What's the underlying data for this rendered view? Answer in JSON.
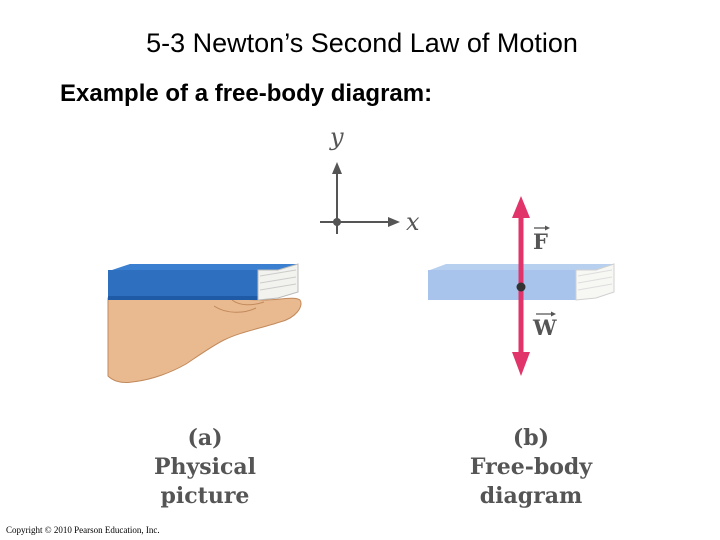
{
  "slide": {
    "title": "5-3 Newton’s Second Law of Motion",
    "subtitle": "Example of a free-body diagram:"
  },
  "axes": {
    "y_label": "y",
    "x_label": "x"
  },
  "forces": {
    "upward_label": "F",
    "downward_label": "W"
  },
  "captions": {
    "a": [
      "(a)",
      "Physical",
      "picture"
    ],
    "b": [
      "(b)",
      "Free-body",
      "diagram"
    ]
  },
  "copyright": "Copyright © 2010 Pearson Education, Inc.",
  "colors": {
    "book_cover": "#2e6fc0",
    "book_cover_light": "#a8c4ec",
    "pages": "#f2f2ee",
    "hand": "#e9b98f",
    "force_arrow": "#e0346a",
    "axis": "#555555"
  }
}
